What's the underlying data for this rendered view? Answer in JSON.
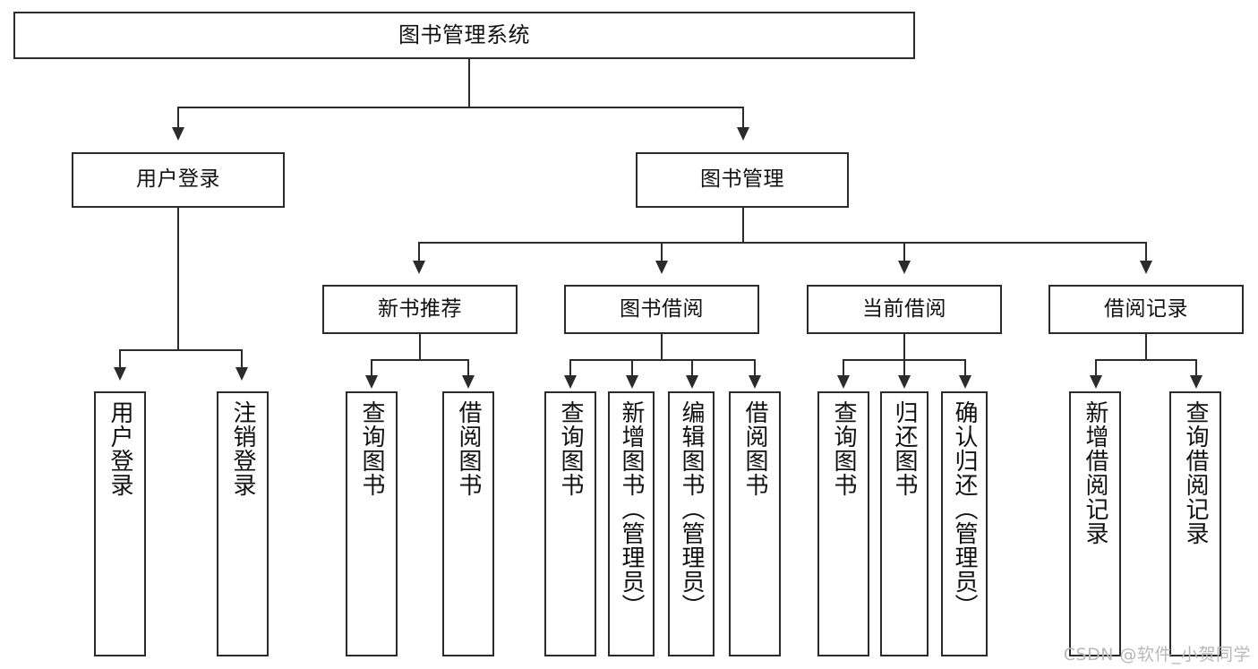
{
  "diagram": {
    "title": "图书管理系统",
    "watermark": "CSDN @软件_小贺同学",
    "root": {
      "label": "图书管理系统"
    },
    "level2": [
      {
        "label": "用户登录"
      },
      {
        "label": "图书管理"
      }
    ],
    "level3": [
      {
        "label": "新书推荐"
      },
      {
        "label": "图书借阅"
      },
      {
        "label": "当前借阅"
      },
      {
        "label": "借阅记录"
      }
    ],
    "leaves": [
      {
        "label": "用户登录",
        "parent": "用户登录"
      },
      {
        "label": "注销登录",
        "parent": "用户登录"
      },
      {
        "label": "查询图书",
        "parent": "新书推荐"
      },
      {
        "label": "借阅图书",
        "parent": "新书推荐"
      },
      {
        "label": "查询图书",
        "parent": "图书借阅"
      },
      {
        "label": "新增图书（管理员）",
        "parent": "图书借阅"
      },
      {
        "label": "编辑图书（管理员）",
        "parent": "图书借阅"
      },
      {
        "label": "借阅图书",
        "parent": "图书借阅"
      },
      {
        "label": "查询图书",
        "parent": "当前借阅"
      },
      {
        "label": "归还图书",
        "parent": "当前借阅"
      },
      {
        "label": "确认归还（管理员）",
        "parent": "当前借阅"
      },
      {
        "label": "新增借阅记录",
        "parent": "借阅记录"
      },
      {
        "label": "查询借阅记录",
        "parent": "借阅记录"
      }
    ],
    "colors": {
      "stroke": "#2b2b2b",
      "background": "#ffffff",
      "text": "#111111",
      "watermark": "#b8b8b8"
    }
  }
}
